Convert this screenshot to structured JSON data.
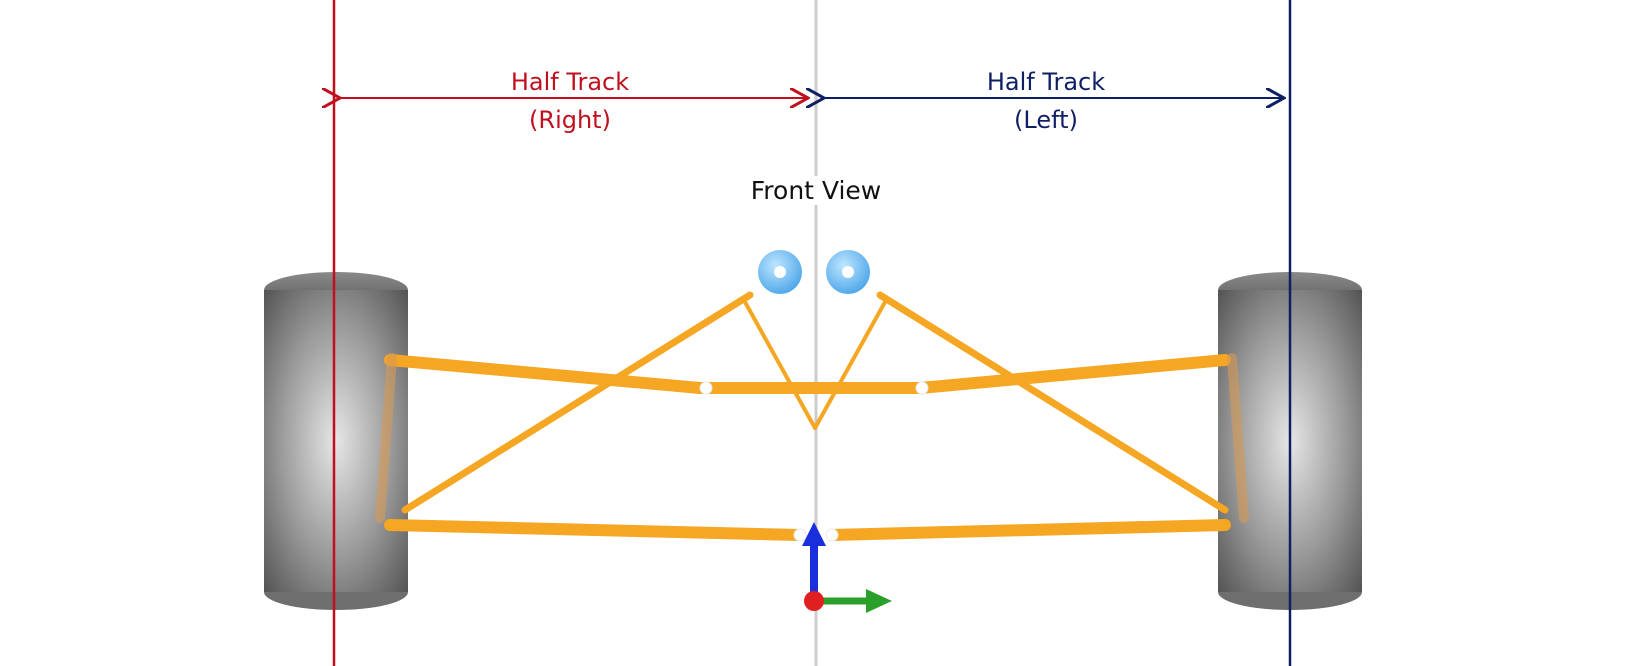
{
  "labels": {
    "right_title": "Half Track",
    "right_sub": "(Right)",
    "left_title": "Half Track",
    "left_sub": "(Left)",
    "view_title": "Front View"
  },
  "colors": {
    "right_accent": "#c0101e",
    "left_accent": "#0e1f63",
    "centerline": "#cccccc",
    "arm": "#f5a623",
    "tire": "#7a7a7a",
    "mount": "#5ab4f0",
    "axis_up": "#1a2fdc",
    "axis_side": "#2aa02a",
    "axis_origin": "#e02020"
  },
  "icons": {
    "axis_triad": "xyz-axis-icon",
    "pivot": "chassis-pivot-icon"
  }
}
